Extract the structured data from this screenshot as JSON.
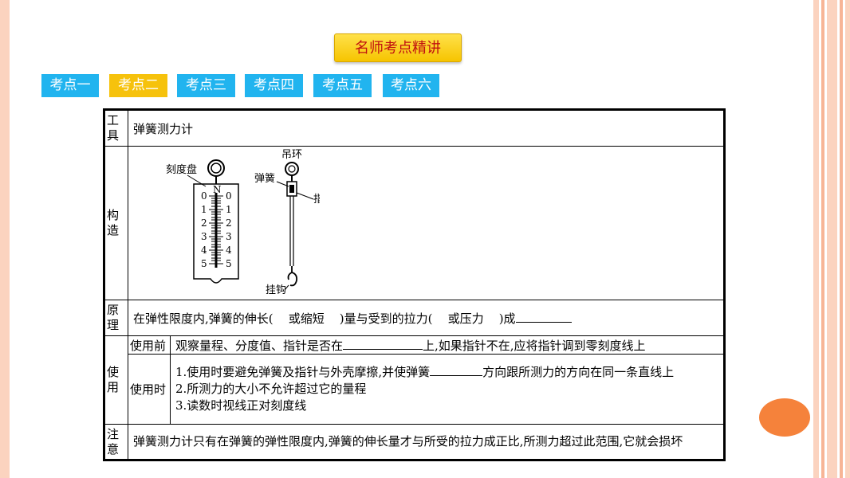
{
  "header": {
    "title": "名师考点精讲"
  },
  "tabs": [
    {
      "label": "考点一",
      "active": false
    },
    {
      "label": "考点二",
      "active": true
    },
    {
      "label": "考点三",
      "active": false
    },
    {
      "label": "考点四",
      "active": false
    },
    {
      "label": "考点五",
      "active": false
    },
    {
      "label": "考点六",
      "active": false
    }
  ],
  "table": {
    "tool": {
      "label": "工具",
      "value": "弹簧测力计"
    },
    "structure": {
      "label": "构造",
      "diagram": {
        "dial_label": "刻度盘",
        "unit": "N",
        "scale_left": [
          "0",
          "1",
          "2",
          "3",
          "4",
          "5"
        ],
        "scale_right": [
          "0",
          "1",
          "2",
          "3",
          "4",
          "5"
        ],
        "ring_label": "吊环",
        "spring_label": "弹簧",
        "pointer_label": "指针",
        "hook_label": "挂钩"
      }
    },
    "principle": {
      "label": "原理",
      "text_a": "在弹性限度内,弹簧的伸长(",
      "text_b": "或缩短",
      "text_c": ")量与受到的拉力(",
      "text_d": "或压力",
      "text_e": ")成"
    },
    "usage": {
      "label": "使用",
      "before": {
        "label": "使用前",
        "text_a": "观察量程、分度值、指针是否在",
        "text_b": "上,如果指针不在,应将指针调到零刻度线上"
      },
      "during": {
        "label": "使用时",
        "item1_a": "1.使用时要避免弹簧及指针与外壳摩擦,并使弹簧",
        "item1_b": "方向跟所测力的方向在同一条直线上",
        "item2": "2.所测力的大小不允许超过它的量程",
        "item3": "3.读数时视线正对刻度线"
      }
    },
    "note": {
      "label": "注意",
      "text": "弹簧测力计只有在弹簧的弹性限度内,弹簧的伸长量才与所受的拉力成正比,所测力超过此范围,它就会损坏"
    }
  }
}
